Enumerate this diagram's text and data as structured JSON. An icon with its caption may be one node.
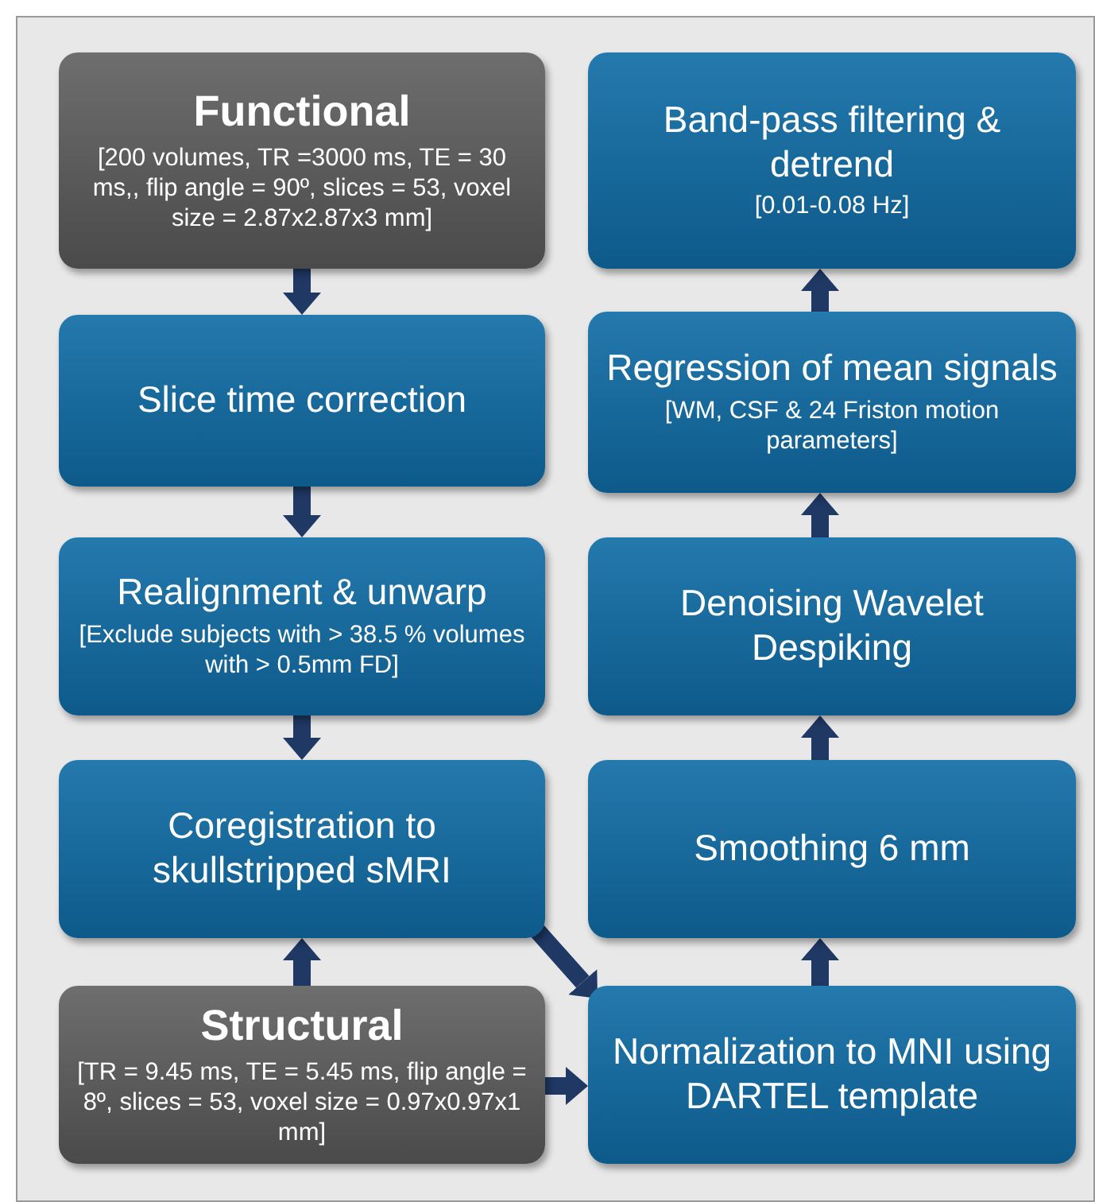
{
  "diagram": {
    "nodes": [
      {
        "text": [
          "Functional",
          "[200 volumes, TR =3000 ms, TE = 30 ms,, flip angle = 90º, slices = 53, voxel size = 2.87x2.87x3 mm]"
        ]
      },
      {
        "text": [
          "Band-pass filtering & detrend",
          "[0.01-0.08 Hz]"
        ]
      },
      {
        "text": [
          "Slice time correction"
        ]
      },
      {
        "text": [
          "Regression of mean signals",
          "[WM, CSF & 24 Friston motion parameters]"
        ]
      },
      {
        "text": [
          "Realignment & unwarp",
          "[Exclude subjects with > 38.5 % volumes with > 0.5mm FD]"
        ]
      },
      {
        "text": [
          "Denoising Wavelet Despiking"
        ]
      },
      {
        "text": [
          "Coregistration to skullstripped sMRI"
        ]
      },
      {
        "text": [
          "Smoothing 6 mm"
        ]
      },
      {
        "text": [
          "Structural",
          "[TR = 9.45 ms, TE = 5.45 ms, flip angle = 8º, slices = 53, voxel size = 0.97x0.97x1 mm]"
        ]
      },
      {
        "text": [
          "Normalization to MNI using DARTEL template"
        ]
      }
    ],
    "edges": [
      {
        "from": 0,
        "to": 2,
        "arrow": "to"
      },
      {
        "from": 2,
        "to": 4,
        "arrow": "to"
      },
      {
        "from": 4,
        "to": 6,
        "arrow": "to"
      },
      {
        "from": 8,
        "to": 6,
        "arrow": "to"
      },
      {
        "from": 8,
        "to": 9,
        "arrow": "to"
      },
      {
        "from": 6,
        "to": 9,
        "arrow": "to"
      },
      {
        "from": 9,
        "to": 7,
        "arrow": "to"
      },
      {
        "from": 7,
        "to": 5,
        "arrow": "to"
      },
      {
        "from": 5,
        "to": 3,
        "arrow": "to"
      },
      {
        "from": 3,
        "to": 1,
        "arrow": "to"
      }
    ]
  }
}
